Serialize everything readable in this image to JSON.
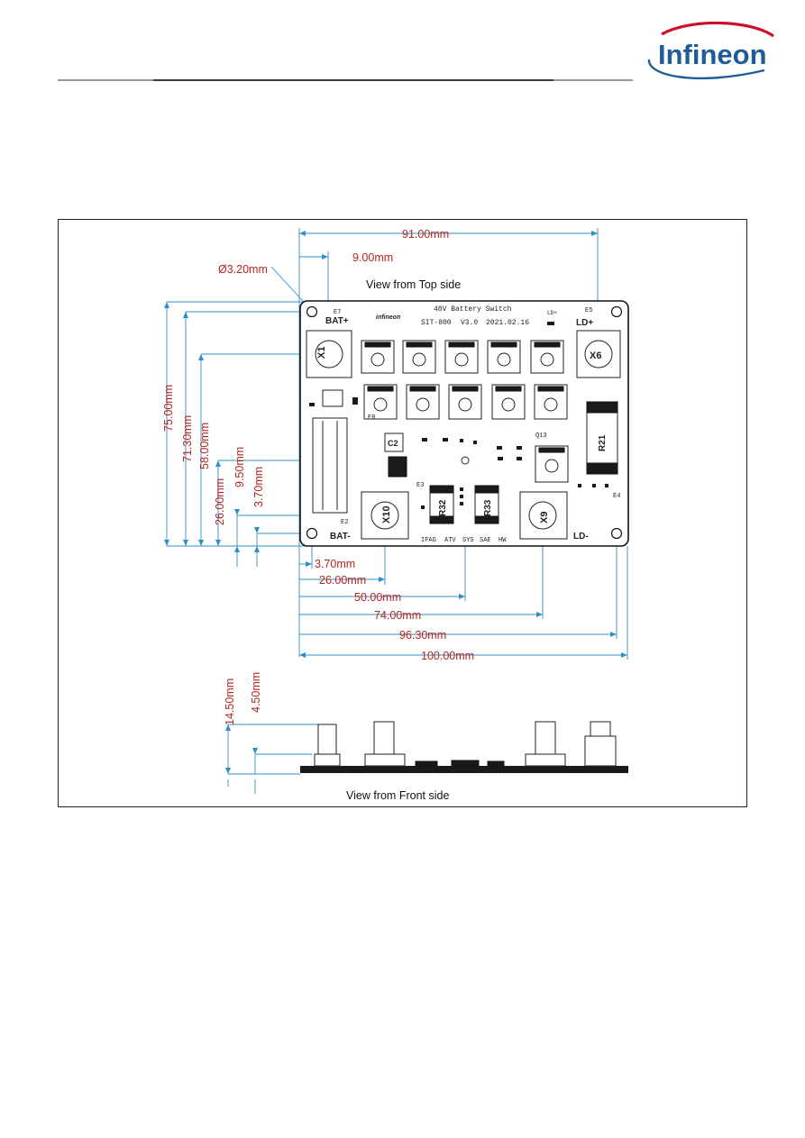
{
  "brand": {
    "name": "Infineon",
    "color": "#1f5d99",
    "swoosh_color": "#c8102e"
  },
  "figure": {
    "top_view_caption": "View from Top side",
    "front_view_caption": "View from Front side",
    "dimension_color": "#b8241f",
    "dimension_line_color": "#2f8fc4",
    "dimensions": {
      "hole_diameter": "Ø3.20mm",
      "x_board_terminal_span": "91.00mm",
      "x_terminal_offset": "9.00mm",
      "y_board_height": "75.00mm",
      "y_hole_span": "71.30mm",
      "y_terminal_upper": "58.00mm",
      "y_testpoint": "9.50mm",
      "y_terminal_lower": "26.00mm",
      "y_hole_offset": "3.70mm",
      "x_hole_offset": "3.70mm",
      "x_terminal_lower": "26.00mm",
      "x_testpoint": "50.00mm",
      "x_terminal_right": "74.00mm",
      "x_hole_span": "96.30mm",
      "x_board_width": "100.00mm",
      "z_total_height": "14.50mm",
      "z_pcb_height": "4.50mm"
    },
    "silkscreen": {
      "title": "48V Battery Switch",
      "board_id": "SIT-800",
      "version": "V3.0",
      "date": "2021.02.16",
      "logo": "infineon",
      "ld_plus_led": "LD+",
      "bat_plus": "BAT+",
      "ld_plus": "LD+",
      "bat_minus": "BAT-",
      "ld_minus": "LD-",
      "terminal_x1": "X1",
      "terminal_x6": "X6",
      "terminal_x10": "X10",
      "terminal_x9": "X9",
      "test_e7": "E7",
      "test_e5": "E5",
      "test_e2": "E2",
      "test_e3": "E3",
      "test_e4": "E4",
      "test_e8": "E8",
      "shunt_r32": "R32",
      "shunt_r33": "R33",
      "shunt_r21": "R21",
      "cap_c2": "C2",
      "q13": "Q13",
      "footer_labels": [
        "IFAG",
        "ATV",
        "SYS",
        "SAE",
        "HW"
      ]
    }
  }
}
